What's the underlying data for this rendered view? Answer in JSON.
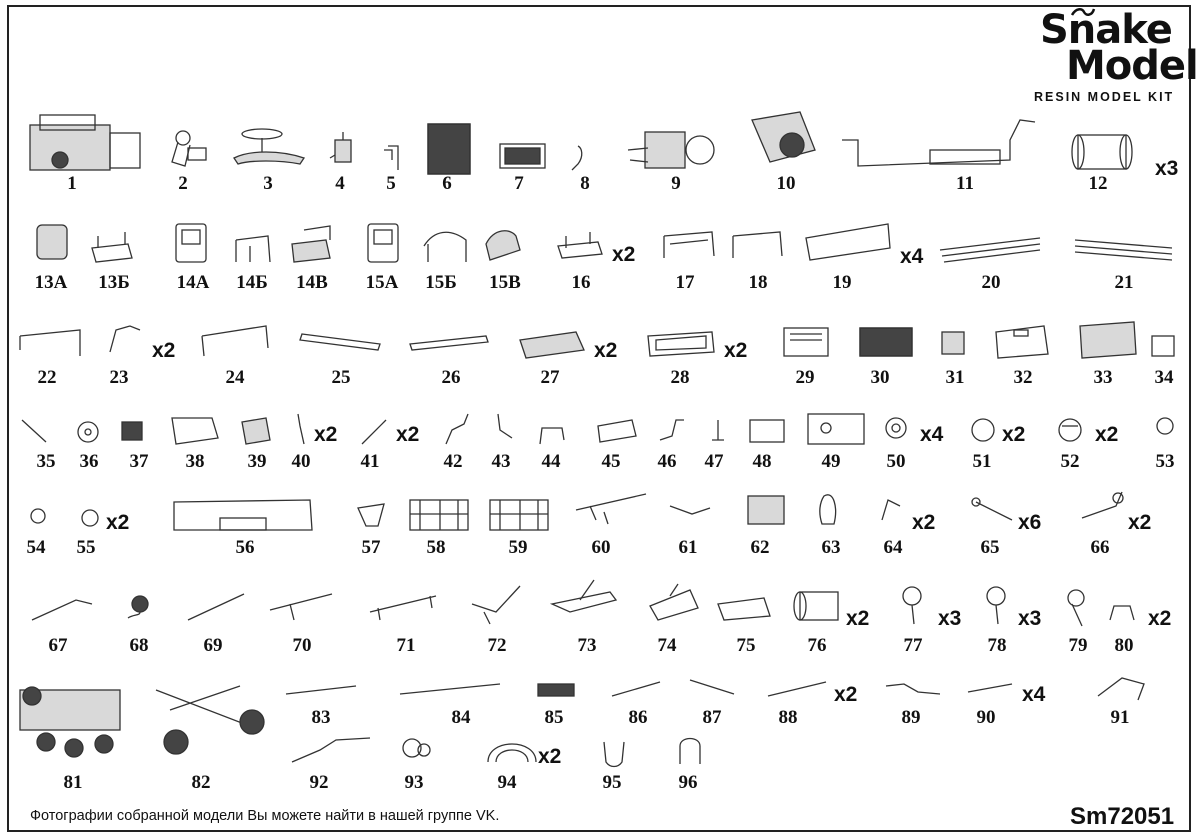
{
  "logo": {
    "line1": "Snake",
    "line2": "Model",
    "tagline": "RESIN MODEL KIT"
  },
  "footer": {
    "note": "Фотографии собранной модели Вы можете найти в нашей группе VK.",
    "code": "Sm72051"
  },
  "parts": [
    {
      "label": "1"
    },
    {
      "label": "2"
    },
    {
      "label": "3"
    },
    {
      "label": "4"
    },
    {
      "label": "5"
    },
    {
      "label": "6"
    },
    {
      "label": "7"
    },
    {
      "label": "8"
    },
    {
      "label": "9"
    },
    {
      "label": "10"
    },
    {
      "label": "11"
    },
    {
      "label": "12",
      "qty": "x3"
    },
    {
      "label": "13А"
    },
    {
      "label": "13Б"
    },
    {
      "label": "14А"
    },
    {
      "label": "14Б"
    },
    {
      "label": "14В"
    },
    {
      "label": "15А"
    },
    {
      "label": "15Б"
    },
    {
      "label": "15В"
    },
    {
      "label": "16",
      "qty": "x2"
    },
    {
      "label": "17"
    },
    {
      "label": "18"
    },
    {
      "label": "19",
      "qty": "x4"
    },
    {
      "label": "20"
    },
    {
      "label": "21"
    },
    {
      "label": "22"
    },
    {
      "label": "23",
      "qty": "x2"
    },
    {
      "label": "24"
    },
    {
      "label": "25"
    },
    {
      "label": "26"
    },
    {
      "label": "27",
      "qty": "x2"
    },
    {
      "label": "28",
      "qty": "x2"
    },
    {
      "label": "29"
    },
    {
      "label": "30"
    },
    {
      "label": "31"
    },
    {
      "label": "32"
    },
    {
      "label": "33"
    },
    {
      "label": "34"
    },
    {
      "label": "35"
    },
    {
      "label": "36"
    },
    {
      "label": "37"
    },
    {
      "label": "38"
    },
    {
      "label": "39"
    },
    {
      "label": "40",
      "qty": "x2"
    },
    {
      "label": "41",
      "qty": "x2"
    },
    {
      "label": "42"
    },
    {
      "label": "43"
    },
    {
      "label": "44"
    },
    {
      "label": "45"
    },
    {
      "label": "46"
    },
    {
      "label": "47"
    },
    {
      "label": "48"
    },
    {
      "label": "49"
    },
    {
      "label": "50",
      "qty": "x4"
    },
    {
      "label": "51",
      "qty": "x2"
    },
    {
      "label": "52",
      "qty": "x2"
    },
    {
      "label": "53"
    },
    {
      "label": "54"
    },
    {
      "label": "55",
      "qty": "x2"
    },
    {
      "label": "56"
    },
    {
      "label": "57"
    },
    {
      "label": "58"
    },
    {
      "label": "59"
    },
    {
      "label": "60"
    },
    {
      "label": "61"
    },
    {
      "label": "62"
    },
    {
      "label": "63"
    },
    {
      "label": "64",
      "qty": "x2"
    },
    {
      "label": "65",
      "qty": "x6"
    },
    {
      "label": "66",
      "qty": "x2"
    },
    {
      "label": "67"
    },
    {
      "label": "68"
    },
    {
      "label": "69"
    },
    {
      "label": "70"
    },
    {
      "label": "71"
    },
    {
      "label": "72"
    },
    {
      "label": "73"
    },
    {
      "label": "74"
    },
    {
      "label": "75"
    },
    {
      "label": "76",
      "qty": "x2"
    },
    {
      "label": "77",
      "qty": "x3"
    },
    {
      "label": "78",
      "qty": "x3"
    },
    {
      "label": "79"
    },
    {
      "label": "80",
      "qty": "x2"
    },
    {
      "label": "81"
    },
    {
      "label": "82"
    },
    {
      "label": "83"
    },
    {
      "label": "84"
    },
    {
      "label": "85"
    },
    {
      "label": "86"
    },
    {
      "label": "87"
    },
    {
      "label": "88",
      "qty": "x2"
    },
    {
      "label": "89"
    },
    {
      "label": "90",
      "qty": "x4"
    },
    {
      "label": "91"
    },
    {
      "label": "92"
    },
    {
      "label": "93"
    },
    {
      "label": "94",
      "qty": "x2"
    },
    {
      "label": "95"
    },
    {
      "label": "96"
    }
  ]
}
